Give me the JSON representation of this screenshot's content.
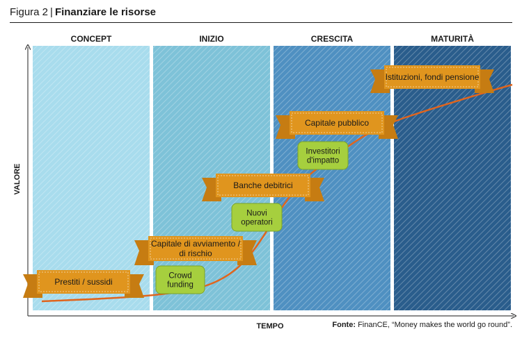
{
  "header": {
    "figure_number": "Figura 2",
    "separator": "|",
    "title": "Finanziare le risorse"
  },
  "phases": [
    "CONCEPT",
    "INIZIO",
    "CRESCITA",
    "MATURITÀ"
  ],
  "axes": {
    "y_label": "VALORE",
    "x_label": "TEMPO"
  },
  "funding_sources": [
    {
      "lines": [
        "Prestiti / sussidi"
      ]
    },
    {
      "lines": [
        "Capitale di avviamento /",
        "di rischio"
      ]
    },
    {
      "lines": [
        "Banche debitrici"
      ]
    },
    {
      "lines": [
        "Capitale pubblico"
      ]
    },
    {
      "lines": [
        "Istituzioni, fondi pensione"
      ]
    }
  ],
  "new_players": [
    {
      "lines": [
        "Crowd",
        "funding"
      ]
    },
    {
      "lines": [
        "Nuovi",
        "operatori"
      ]
    },
    {
      "lines": [
        "Investitori",
        "d'impatto"
      ]
    }
  ],
  "source": {
    "label": "Fonte:",
    "text": "FinanCE, “Money makes the world go round”."
  },
  "colors": {
    "phase_fills": [
      "#a8dced",
      "#7ec2d8",
      "#4f90c1",
      "#2a5d8c"
    ],
    "ribbon": "#e0951e",
    "green_box": "#a6cf3e",
    "curve": "#e0651e"
  }
}
